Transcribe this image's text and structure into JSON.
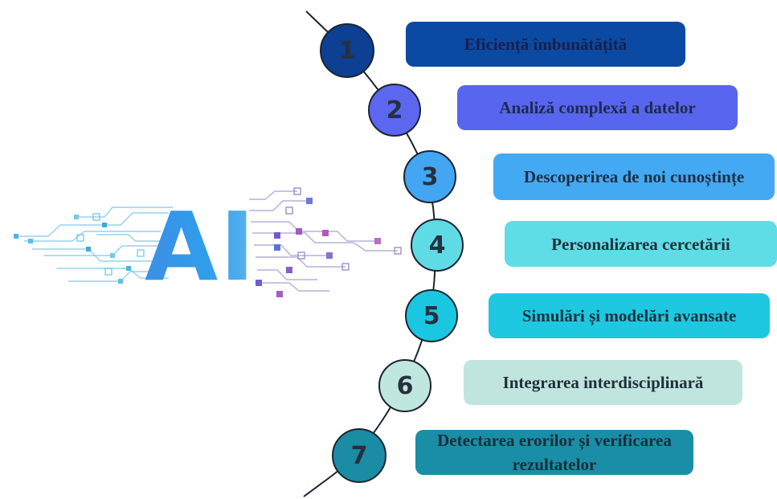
{
  "steps": [
    {
      "number": "1",
      "label": "Eficiență îmbunătățită",
      "circle_color": "#0d3f92",
      "box_color": "#0b4aa3",
      "text_color": "#1b1f4a"
    },
    {
      "number": "2",
      "label": "Analiză complexă a datelor",
      "circle_color": "#5c67f0",
      "box_color": "#5765ef",
      "text_color": "#1f2a4a"
    },
    {
      "number": "3",
      "label": "Descoperirea de noi cunoștințe",
      "circle_color": "#43a6f2",
      "box_color": "#44a9f3",
      "text_color": "#1f2f44"
    },
    {
      "number": "4",
      "label": "Personalizarea cercetării",
      "circle_color": "#5fdbe6",
      "box_color": "#5fdde6",
      "text_color": "#1f2f3a"
    },
    {
      "number": "5",
      "label": "Simulări și modelări avansate",
      "circle_color": "#1ac7e0",
      "box_color": "#1ec8e0",
      "text_color": "#1f2f3a"
    },
    {
      "number": "6",
      "label": "Integrarea interdisciplinară",
      "circle_color": "#bfe6df",
      "box_color": "#bfe5de",
      "text_color": "#1f2f3a"
    },
    {
      "number": "7",
      "label": "Detectarea erorilor și verificarea rezultatelor",
      "circle_color": "#1a8ca3",
      "box_color": "#1a8ea6",
      "text_color": "#1d2c38"
    }
  ],
  "logo": {
    "text": "AI"
  }
}
